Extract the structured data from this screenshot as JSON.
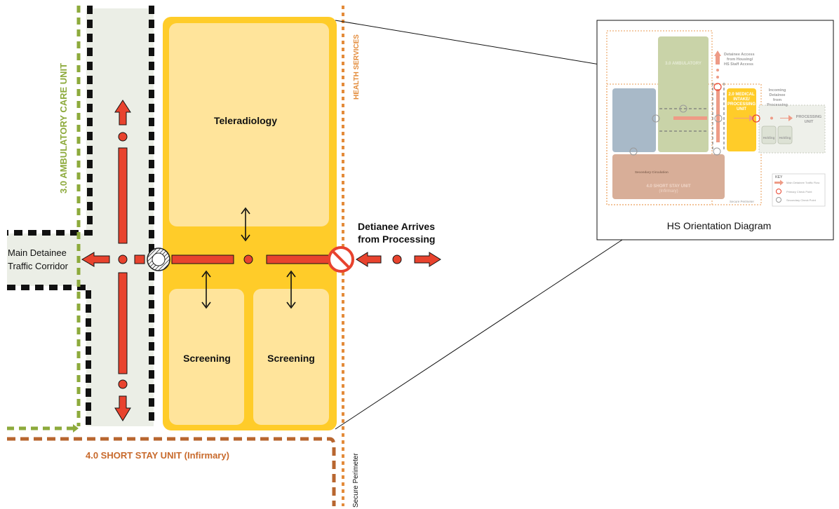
{
  "labels": {
    "ambulatory_unit": "3.0 AMBULATORY CARE UNIT",
    "health_services": "HEALTH SERVICES",
    "short_stay_unit": "4.0 SHORT STAY UNIT (Infirmary)",
    "secure_perimeter": "Secure Perimeter",
    "corridor_line1": "Main Detainee",
    "corridor_line2": "Traffic Corridor",
    "arrives_line1": "Detianee Arrives",
    "arrives_line2": "from Processing",
    "teleradiology": "Teleradiology",
    "screening_left": "Screening",
    "screening_right": "Screening"
  },
  "inset": {
    "caption": "HS Orientation Diagram",
    "ambulatory": "3.0 AMBULATORY",
    "medical_intake_l1": "2.0 MEDICAL",
    "medical_intake_l2": "INTAKE/",
    "medical_intake_l3": "PROCESSING",
    "medical_intake_l4": "UNIT",
    "detainee_access_l1": "Detainee Access",
    "detainee_access_l2": "from Housing/",
    "detainee_access_l3": "HS Staff Access",
    "incoming_l1": "Incoming",
    "incoming_l2": "Detainee",
    "incoming_l3": "from",
    "incoming_l4": "Processing",
    "processing_l1": "PROCESSING",
    "processing_l2": "UNIT",
    "holding_a": "Holding",
    "holding_b": "Holding",
    "secondary_circulation": "Secondary Circulation",
    "short_stay_l1": "4.0 SHORT STAY UNIT",
    "short_stay_l2": "(Infirmary)",
    "secure_perimeter": "Secure Perimeter",
    "key_title": "KEY",
    "key_traffic": "Main Detainee Traffic Flow",
    "key_primary": "Primary Check Point",
    "key_secondary": "Secondary Check Point"
  },
  "colors": {
    "unit_yellow": "#FFCC29",
    "room_fill": "#FFE49B",
    "traffic_red": "#E8432E",
    "ambulatory_green": "#8DAA3C",
    "health_orange": "#E38B3A",
    "short_stay_brown": "#B8662F",
    "corridor_fill": "#EBEEE6"
  }
}
